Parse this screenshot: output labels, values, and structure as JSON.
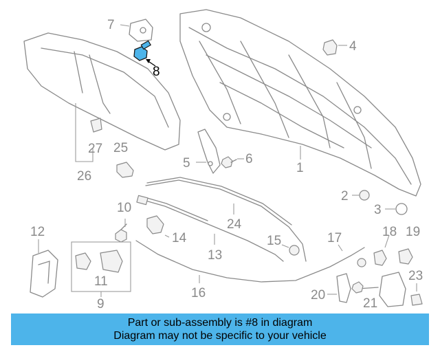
{
  "highlight_color": "#4db4ea",
  "banner": {
    "line1": "Part or sub-assembly is #8 in diagram",
    "line2": "Diagram may not be specific to your vehicle"
  },
  "callouts": {
    "c1": "1",
    "c2": "2",
    "c3": "3",
    "c4": "4",
    "c5": "5",
    "c6": "6",
    "c7": "7",
    "c8": "8",
    "c9": "9",
    "c10": "10",
    "c11": "11",
    "c12": "12",
    "c13": "13",
    "c14": "14",
    "c15": "15",
    "c16": "16",
    "c17": "17",
    "c18": "18",
    "c19": "19",
    "c20": "20",
    "c21": "21",
    "c23": "23",
    "c24": "24",
    "c25": "25",
    "c26": "26",
    "c27": "27"
  }
}
